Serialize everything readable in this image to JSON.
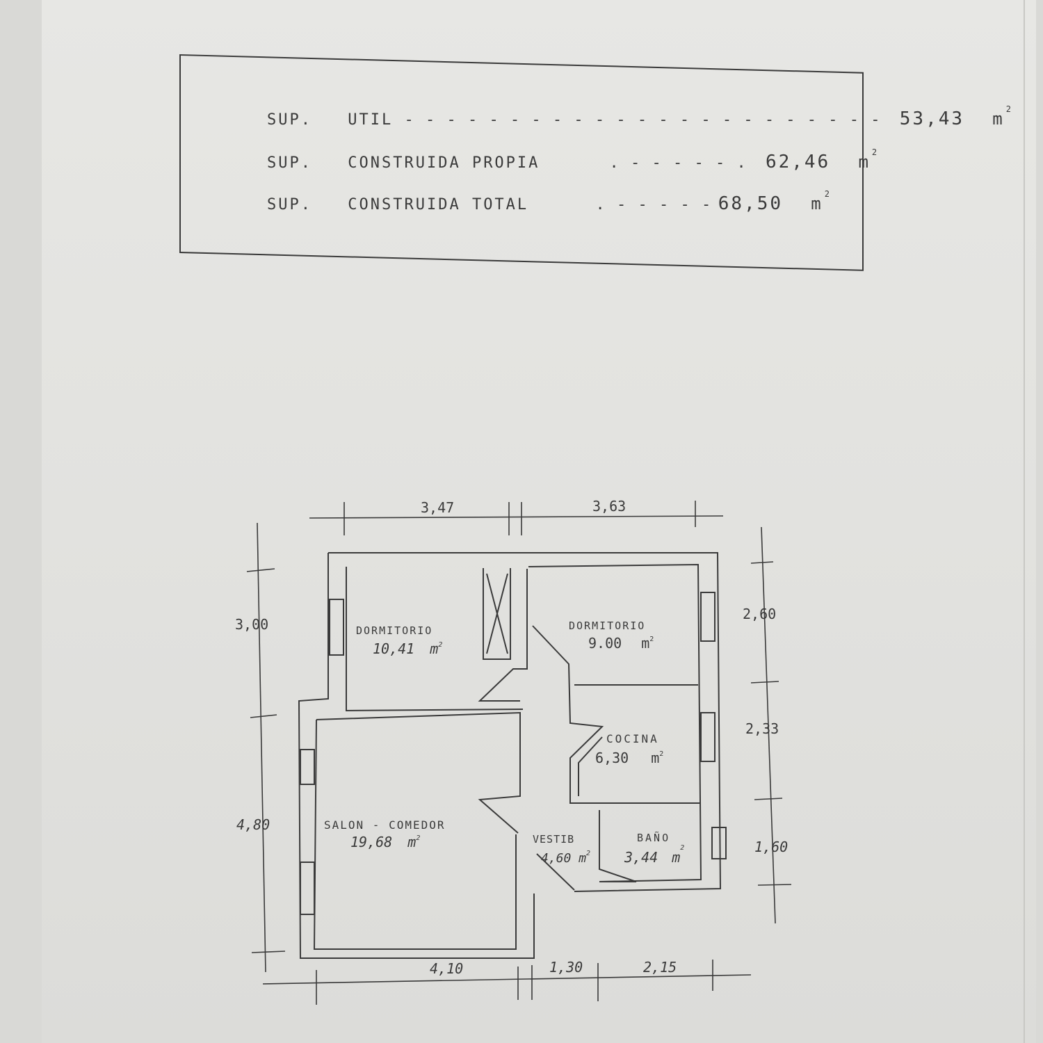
{
  "summary": {
    "rows": [
      {
        "label": "SUP.",
        "text": "UTIL",
        "dots": "- - - - - - - - - - - - - - - - - - - - - - -",
        "value": "53,43",
        "unit": "m",
        "exp": "2"
      },
      {
        "label": "SUP.",
        "text": "CONSTRUIDA  PROPIA",
        "dots": ". - - - - - .",
        "value": "62,46",
        "unit": "m",
        "exp": "2"
      },
      {
        "label": "SUP.",
        "text": "CONSTRUIDA  TOTAL",
        "dots": ". - - - - -",
        "value": "68,50",
        "unit": "m",
        "exp": "2"
      }
    ]
  },
  "plan": {
    "rooms": [
      {
        "name": "DORMITORIO",
        "area": "10,41",
        "unit": "m",
        "exp": "2"
      },
      {
        "name": "DORMITORIO",
        "area": "9.00",
        "unit": "m",
        "exp": "2"
      },
      {
        "name": "COCINA",
        "area": "6,30",
        "unit": "m",
        "exp": "2"
      },
      {
        "name": "SALON - COMEDOR",
        "area": "19,68",
        "unit": "m",
        "exp": "2"
      },
      {
        "name": "VESTIB",
        "area": "4,60",
        "unit": "m",
        "exp": "2"
      },
      {
        "name": "BAÑO",
        "area": "3,44",
        "unit": "m",
        "exp": "2"
      }
    ],
    "dims_top": [
      "3,47",
      "3,63"
    ],
    "dims_bottom": [
      "4,10",
      "1,30",
      "2,15"
    ],
    "dims_left": [
      "3,00",
      "4,80"
    ],
    "dims_right": [
      "2,60",
      "2,33",
      "1,60"
    ]
  }
}
